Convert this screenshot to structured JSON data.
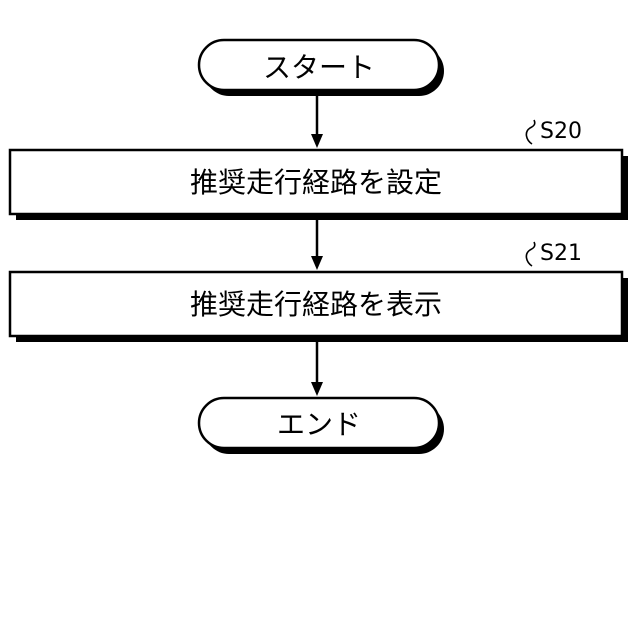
{
  "flowchart": {
    "start": {
      "label": "スタート"
    },
    "steps": [
      {
        "id": "S20",
        "label": "推奨走行経路を設定"
      },
      {
        "id": "S21",
        "label": "推奨走行経路を表示"
      }
    ],
    "end": {
      "label": "エンド"
    }
  },
  "colors": {
    "stroke": "#000000",
    "fill": "#ffffff",
    "shadow": "#000000"
  }
}
